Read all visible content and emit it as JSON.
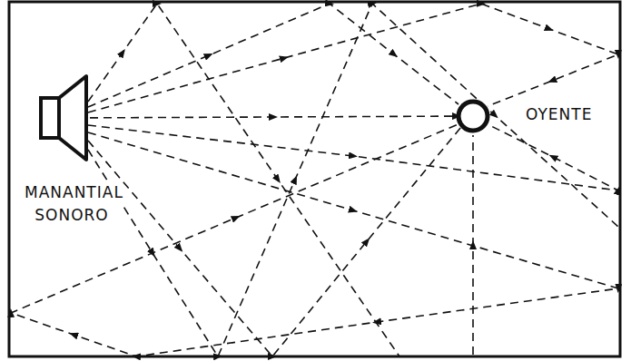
{
  "diagram": {
    "nodes": [
      {
        "text": [
          "MANANTIAL SONORO"
        ]
      },
      {
        "text": [
          "OYENTE"
        ]
      }
    ],
    "edges": [
      {
        "from": 0,
        "to": 1,
        "arrow": "to"
      }
    ]
  }
}
